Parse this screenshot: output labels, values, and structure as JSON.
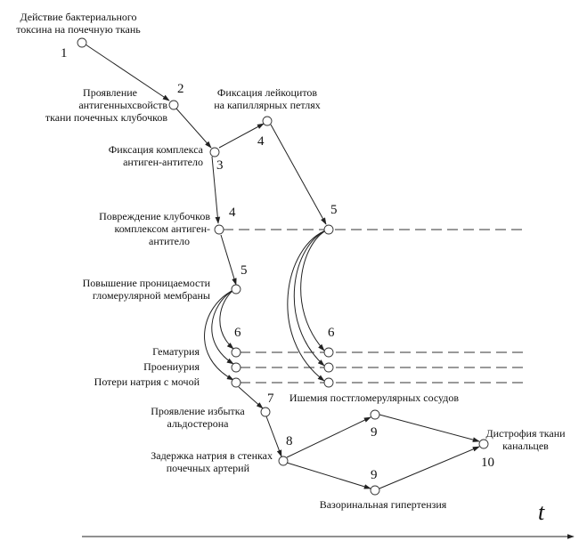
{
  "nodes": [
    {
      "id": "n1",
      "number": "1",
      "label": [
        "Действие бактериального",
        "токсина на почечную ткань"
      ]
    },
    {
      "id": "n2",
      "number": "2",
      "label": [
        "Проявление",
        "антигенныхсвойств",
        "ткани почечных клубочков"
      ]
    },
    {
      "id": "n3",
      "number": "3",
      "label": [
        "Фиксация комплекса",
        "антиген-антитело"
      ]
    },
    {
      "id": "n4a",
      "number": "4",
      "label": [
        "Фиксация лейкоцитов",
        "на капиллярных петлях"
      ]
    },
    {
      "id": "n4b",
      "number": "4",
      "label": [
        "Повреждение клубочков",
        "комплексом антиген-",
        "антитело"
      ]
    },
    {
      "id": "n5a",
      "number": "5",
      "label": []
    },
    {
      "id": "n5b",
      "number": "5",
      "label": [
        "Повышение проницаемости",
        "гломерулярной мембраны"
      ]
    },
    {
      "id": "n6a",
      "number": "6",
      "label": []
    },
    {
      "id": "n6b",
      "number": "6",
      "label": []
    },
    {
      "id": "n7",
      "number": "7",
      "label": [
        "Проявление избытка",
        "альдостерона"
      ]
    },
    {
      "id": "n8",
      "number": "8",
      "label": [
        "Задержка натрия в стенках",
        "почечных артерий"
      ]
    },
    {
      "id": "n9a",
      "number": "9",
      "label": []
    },
    {
      "id": "n9b",
      "number": "9",
      "label": [
        "Вазоринальная гипертензия"
      ]
    },
    {
      "id": "n10",
      "number": "10",
      "label": [
        "Дистрофия ткани",
        "канальцев"
      ]
    }
  ],
  "rows": {
    "hematuria": "Гематурия",
    "proteinuria": "Проениурия",
    "sodium_loss": "Потери натрия с мочой"
  },
  "ischemia_label": "Ишемия постгломерулярных сосудов",
  "time_axis_label": "t"
}
